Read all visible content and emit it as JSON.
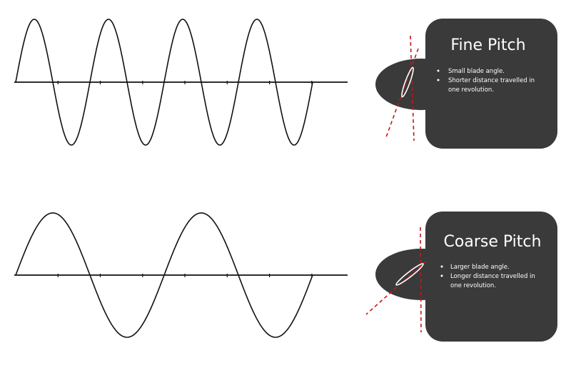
{
  "colors": {
    "panel": "#3a3a3a",
    "wave": "#111111",
    "axis": "#111111",
    "guide_line": "#c8151b",
    "text": "#ffffff",
    "background": "#ffffff"
  },
  "panels": [
    {
      "id": "fine",
      "title": "Fine Pitch",
      "bullets": [
        [
          "Small blade angle."
        ],
        [
          "Shorter distance travelled in",
          "one revolution."
        ]
      ],
      "wave_cycles": 4
    },
    {
      "id": "coarse",
      "title": "Coarse Pitch",
      "bullets": [
        [
          "Larger blade angle."
        ],
        [
          "Longer distance travelled in",
          "one revolution."
        ]
      ],
      "wave_cycles": 2
    }
  ]
}
